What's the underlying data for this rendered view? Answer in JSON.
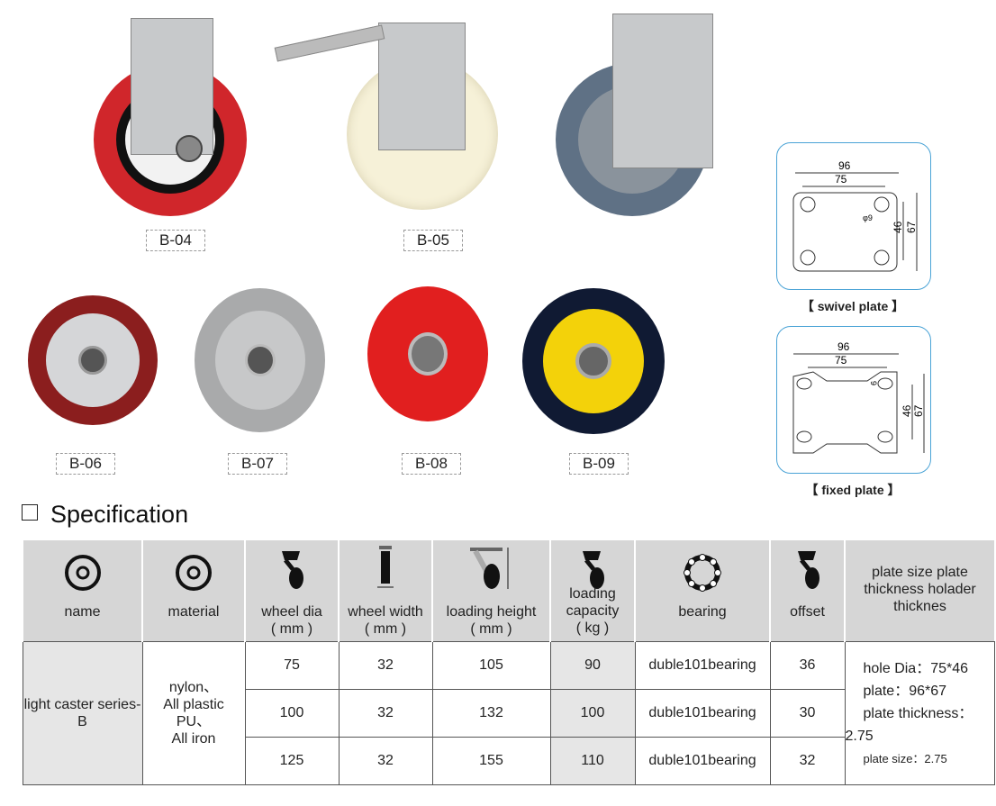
{
  "products": [
    {
      "code": "B-04",
      "colors": {
        "tread": "#d0262b",
        "hub": "#f2f2f2"
      }
    },
    {
      "code": "B-05",
      "colors": {
        "tread": "#f6f1d8",
        "hub": "#efe9cf"
      }
    },
    {
      "code": "B-06",
      "colors": {
        "tread": "#8b1e1e",
        "hub": "#d5d6d8"
      }
    },
    {
      "code": "B-07",
      "colors": {
        "tread": "#a9aaab",
        "hub": "#c7c8c9"
      }
    },
    {
      "code": "B-08",
      "colors": {
        "tread": "#e11f1f",
        "hub": "#e11f1f"
      }
    },
    {
      "code": "B-09",
      "colors": {
        "tread": "#101a33",
        "hub": "#f3d20a"
      }
    }
  ],
  "plates": {
    "swivel": {
      "label": "【 swivel plate 】",
      "dims": {
        "outer_width": "96",
        "hole_width": "75",
        "hole_dia": "φ9",
        "hole_height": "46",
        "outer_height": "67"
      }
    },
    "fixed": {
      "label": "【 fixed plate 】",
      "dims": {
        "outer_width": "96",
        "hole_width": "75",
        "hole_dia": "9",
        "hole_height": "46",
        "outer_height": "67"
      }
    }
  },
  "spec": {
    "title": "Specification",
    "headers": [
      {
        "icon": "wheel-icon",
        "l1": "name",
        "l2": ""
      },
      {
        "icon": "wheel-icon",
        "l1": "material",
        "l2": ""
      },
      {
        "icon": "caster-icon",
        "l1": "wheel dia",
        "l2": "( mm )"
      },
      {
        "icon": "wheel-width-icon",
        "l1": "wheel width",
        "l2": "( mm )"
      },
      {
        "icon": "loading-height-icon",
        "l1": "loading height",
        "l2": "( mm )"
      },
      {
        "icon": "caster-icon",
        "l1": "loading capacity",
        "l2": "( kg )"
      },
      {
        "icon": "bearing-icon",
        "l1": "bearing",
        "l2": ""
      },
      {
        "icon": "caster-icon",
        "l1": "offset",
        "l2": ""
      },
      {
        "icon": "",
        "l1": "plate size plate thickness holader thicknes",
        "l2": ""
      }
    ],
    "name": "light caster series-B",
    "material": [
      "nylon、",
      "All plastic",
      "PU、",
      "All iron"
    ],
    "rows": [
      {
        "dia": "75",
        "width": "32",
        "height": "105",
        "capacity": "90",
        "bearing": "duble101bearing",
        "offset": "36"
      },
      {
        "dia": "100",
        "width": "32",
        "height": "132",
        "capacity": "100",
        "bearing": "duble101bearing",
        "offset": "30"
      },
      {
        "dia": "125",
        "width": "32",
        "height": "155",
        "capacity": "110",
        "bearing": "duble101bearing",
        "offset": "32"
      }
    ],
    "plate_info": [
      "hole Dia：75*46",
      "plate：96*67",
      "plate thickness：",
      "2.75",
      "plate size：2.75"
    ]
  }
}
